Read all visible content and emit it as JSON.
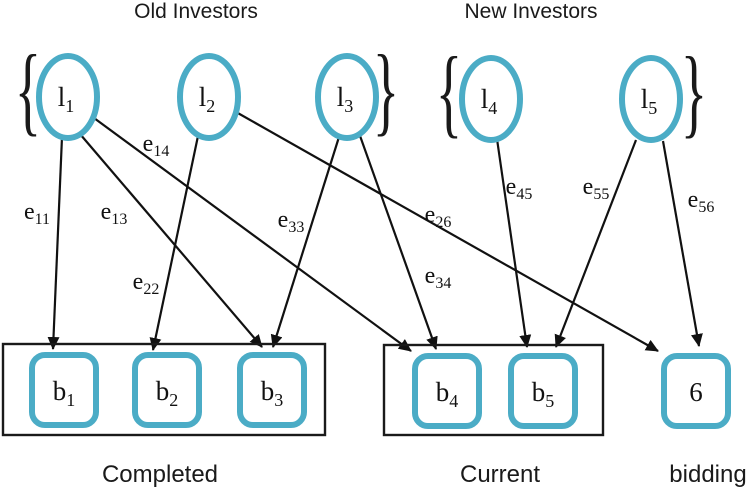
{
  "titles": {
    "old_investors": "Old Investors",
    "new_investors": "New Investors"
  },
  "captions": {
    "completed": "Completed",
    "current": "Current",
    "bidding": "bidding"
  },
  "braces": {
    "open": "{",
    "close": "}"
  },
  "colors": {
    "node_stroke": "#4bacc6",
    "line": "#111111"
  },
  "investors": [
    {
      "id": "l1",
      "base": "l",
      "sub": "1",
      "group": "old"
    },
    {
      "id": "l2",
      "base": "l",
      "sub": "2",
      "group": "old"
    },
    {
      "id": "l3",
      "base": "l",
      "sub": "3",
      "group": "old"
    },
    {
      "id": "l4",
      "base": "l",
      "sub": "4",
      "group": "new"
    },
    {
      "id": "l5",
      "base": "l",
      "sub": "5",
      "group": "new"
    }
  ],
  "bids": [
    {
      "id": "b1",
      "base": "b",
      "sub": "1",
      "group": "completed"
    },
    {
      "id": "b2",
      "base": "b",
      "sub": "2",
      "group": "completed"
    },
    {
      "id": "b3",
      "base": "b",
      "sub": "3",
      "group": "completed"
    },
    {
      "id": "b4",
      "base": "b",
      "sub": "4",
      "group": "current"
    },
    {
      "id": "b5",
      "base": "b",
      "sub": "5",
      "group": "current"
    },
    {
      "id": "b6",
      "base": "6",
      "sub": "",
      "group": "bidding"
    }
  ],
  "edges": [
    {
      "id": "e11",
      "base": "e",
      "sub": "11",
      "from": "l1",
      "to": "b1"
    },
    {
      "id": "e13",
      "base": "e",
      "sub": "13",
      "from": "l1",
      "to": "b3"
    },
    {
      "id": "e14",
      "base": "e",
      "sub": "14",
      "from": "l1",
      "to": "b4"
    },
    {
      "id": "e22",
      "base": "e",
      "sub": "22",
      "from": "l2",
      "to": "b2"
    },
    {
      "id": "e26",
      "base": "e",
      "sub": "26",
      "from": "l2",
      "to": "b6"
    },
    {
      "id": "e33",
      "base": "e",
      "sub": "33",
      "from": "l3",
      "to": "b3"
    },
    {
      "id": "e34",
      "base": "e",
      "sub": "34",
      "from": "l3",
      "to": "b4"
    },
    {
      "id": "e45",
      "base": "e",
      "sub": "45",
      "from": "l4",
      "to": "b5"
    },
    {
      "id": "e55",
      "base": "e",
      "sub": "55",
      "from": "l5",
      "to": "b5"
    },
    {
      "id": "e56",
      "base": "e",
      "sub": "56",
      "from": "l5",
      "to": "b6"
    }
  ]
}
